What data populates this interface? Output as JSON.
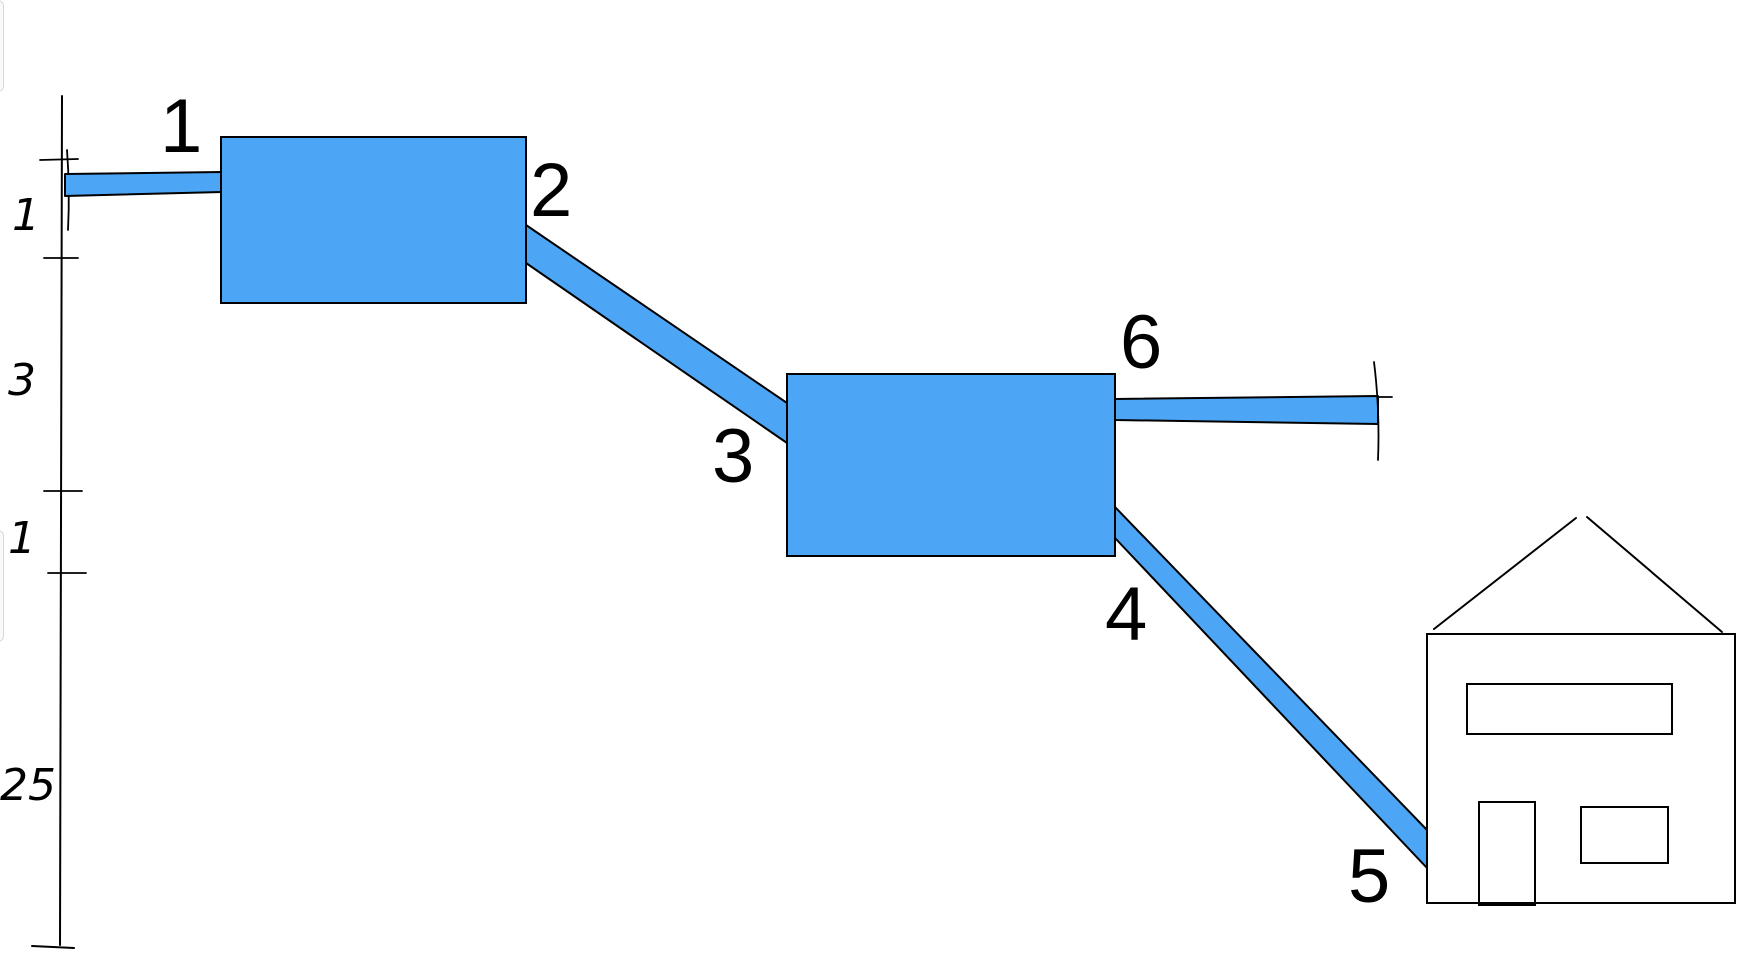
{
  "diagram": {
    "point_labels": [
      "1",
      "2",
      "3",
      "4",
      "5",
      "6"
    ],
    "scale_labels": [
      "1",
      "3",
      "1",
      "25"
    ],
    "colors": {
      "water": "#4DA6F5",
      "outline": "#000000",
      "background": "#ffffff"
    }
  }
}
